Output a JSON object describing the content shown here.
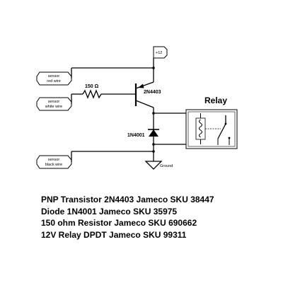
{
  "diagram": {
    "connectors": {
      "vcc": "+12",
      "sensor_red": {
        "line1": "sensor",
        "line2": "red wire"
      },
      "sensor_white": {
        "line1": "sensor",
        "line2": "white wire"
      },
      "sensor_black": {
        "line1": "sensor",
        "line2": "black wire"
      }
    },
    "labels": {
      "resistor": "150 Ω",
      "transistor": "2N4403",
      "diode": "1N4001",
      "ground": "Ground",
      "relay": "Relay"
    }
  },
  "parts_list": [
    "PNP Transistor 2N4403 Jameco SKU 38447",
    "Diode 1N4001 Jameco SKU 35975",
    "150 ohm Resistor Jameco SKU 690662",
    "12V Relay DPDT Jameco SKU 99311"
  ]
}
